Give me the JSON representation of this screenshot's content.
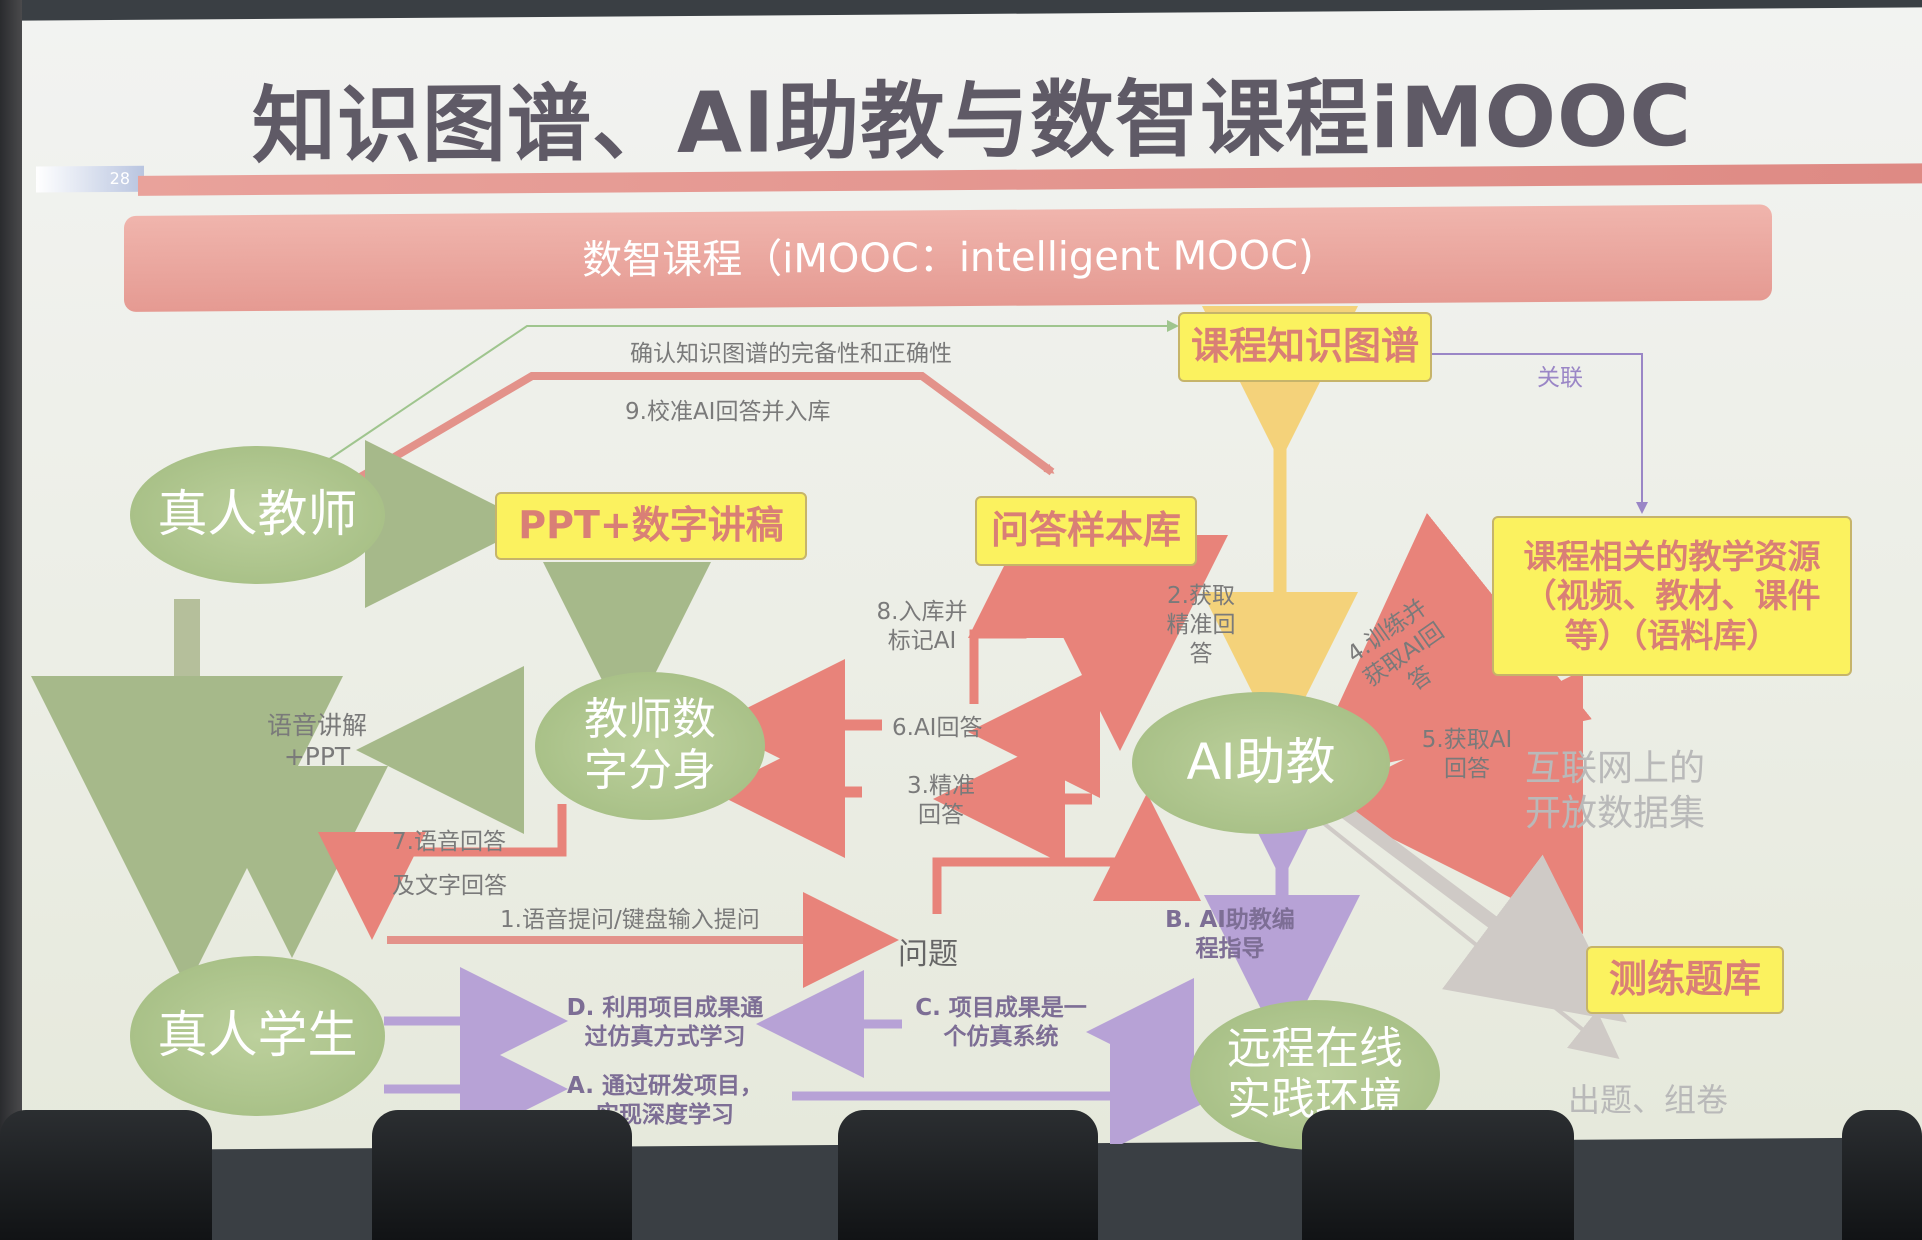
{
  "slide": {
    "title": "知识图谱、AI助教与数智课程iMOOC",
    "number": "28",
    "banner": "数智课程（iMOOC：intelligent MOOC)"
  },
  "nodes": {
    "teacher": "真人教师",
    "student": "真人学生",
    "digital_twin": "教师数字分身",
    "ai_assistant": "AI助教",
    "remote_env": "远程在线实践环境",
    "ppt": "PPT+数字讲稿",
    "qa_bank": "问答样本库",
    "knowledge_graph": "课程知识图谱",
    "resources": "课程相关的教学资源（视频、教材、课件等）（语料库）",
    "test_bank": "测练题库"
  },
  "labels": {
    "confirm_kg": "确认知识图谱的完备性和正确性",
    "calibrate": "9.校准AI回答并入库",
    "link": "关联",
    "store_mark": "8.入库并标记AI",
    "get_precise": "2.获取精准回答",
    "train": "4.训练并获取AI回答",
    "get_ai": "5.获取AI回答",
    "internet": "互联网上的开放数据集",
    "voice_ppt": "语音讲解+PPT",
    "ai_answer": "6.AI回答",
    "precise_answer": "3.精准回答",
    "voice_text_answer_1": "7.语音回答",
    "voice_text_answer_2": "及文字回答",
    "ask": "1.语音提问/键盘输入提问",
    "question": "问题",
    "b_guide": "B. AI助教编程指导",
    "c_result": "C. 项目成果是一个仿真系统",
    "d_learn": "D. 利用项目成果通过仿真方式学习",
    "a_learn": "A. 通过研发项目，实现深度学习",
    "make_test": "出题、组卷"
  }
}
